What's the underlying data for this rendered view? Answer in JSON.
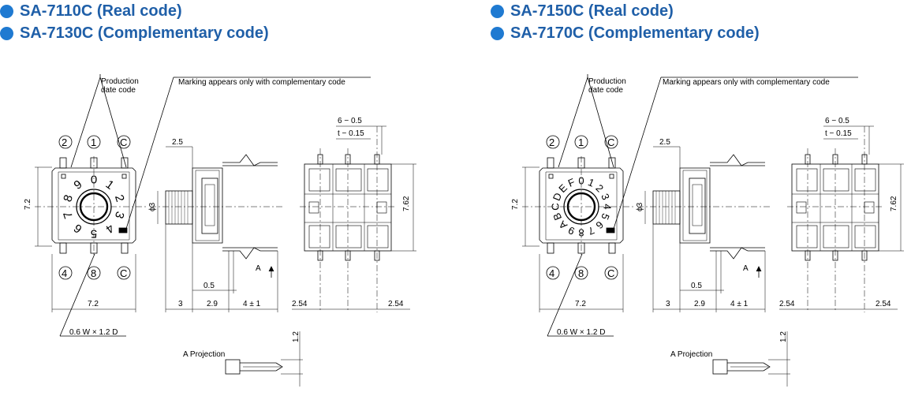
{
  "headers": {
    "left": [
      "SA-7110C (Real code)",
      "SA-7130C (Complementary code)"
    ],
    "right": [
      "SA-7150C (Real code)",
      "SA-7170C (Complementary code)"
    ]
  },
  "colors": {
    "header": "#1f5fa8",
    "bullet": "#1f7ad1",
    "line": "#000000",
    "body": "#ffffff"
  },
  "labels": {
    "production_line1": "Production",
    "production_line2": "date code",
    "marking": "Marking appears only with complementary code",
    "pin_top_left": "2",
    "pin_top_mid": "1",
    "pin_top_right": "C",
    "pin_bottom_left": "4",
    "pin_bottom_mid": "8",
    "pin_bottom_right": "C",
    "dim_height_72": "7.2",
    "dim_width_72": "7.2",
    "dim_06w": "0.6 W × 1.2 D",
    "dim_25": "2.5",
    "dim_phi3": "ϕ3",
    "dim_05": "0.5",
    "dim_3": "3",
    "dim_29": "2.9",
    "dim_4pm1": "4 ± 1",
    "arrow_a": "A",
    "dim_6_05": "6 − 0.5",
    "dim_t015": "t − 0.15",
    "dim_762": "7.62",
    "dim_254_left": "2.54",
    "dim_254_right": "2.54",
    "dim_12": "1.2",
    "a_projection": "A Projection"
  },
  "dial_left": [
    "0",
    "1",
    "2",
    "3",
    "4",
    "5",
    "6",
    "7",
    "8",
    "9"
  ],
  "dial_right": [
    "0",
    "1",
    "2",
    "3",
    "4",
    "5",
    "6",
    "7",
    "8",
    "9",
    "A",
    "B",
    "C",
    "D",
    "E",
    "F"
  ]
}
